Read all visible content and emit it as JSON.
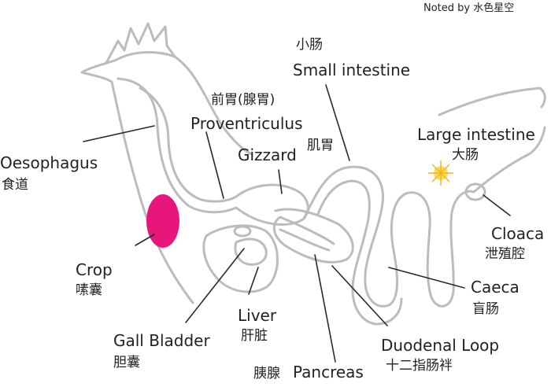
{
  "credit": "Noted by 水色星空",
  "colors": {
    "crop": "#e8157a",
    "outline": "#bcbcbc",
    "text": "#222222",
    "sparkle": "#f2d531"
  },
  "labels": {
    "small_intestine": {
      "zh": "小肠",
      "en": "Small intestine"
    },
    "proventriculus": {
      "zh": "前胃(腺胃)",
      "en": "Proventriculus"
    },
    "gizzard": {
      "en": "Gizzard",
      "zh": "肌胃"
    },
    "large_intestine": {
      "en": "Large intestine",
      "zh": "大肠"
    },
    "oesophagus": {
      "en": "Oesophagus",
      "zh": "食道"
    },
    "crop": {
      "en": "Crop",
      "zh": "嗉囊"
    },
    "cloaca": {
      "en": "Cloaca",
      "zh": "泄殖腔"
    },
    "caeca": {
      "en": "Caeca",
      "zh": "盲肠"
    },
    "liver": {
      "en": "Liver",
      "zh": "肝脏"
    },
    "gall_bladder": {
      "en": "Gall Bladder",
      "zh": "胆囊"
    },
    "duodenal_loop": {
      "en": "Duodenal Loop",
      "zh": "十二指肠袢"
    },
    "pancreas": {
      "zh": "胰腺",
      "en": "Pancreas"
    }
  }
}
